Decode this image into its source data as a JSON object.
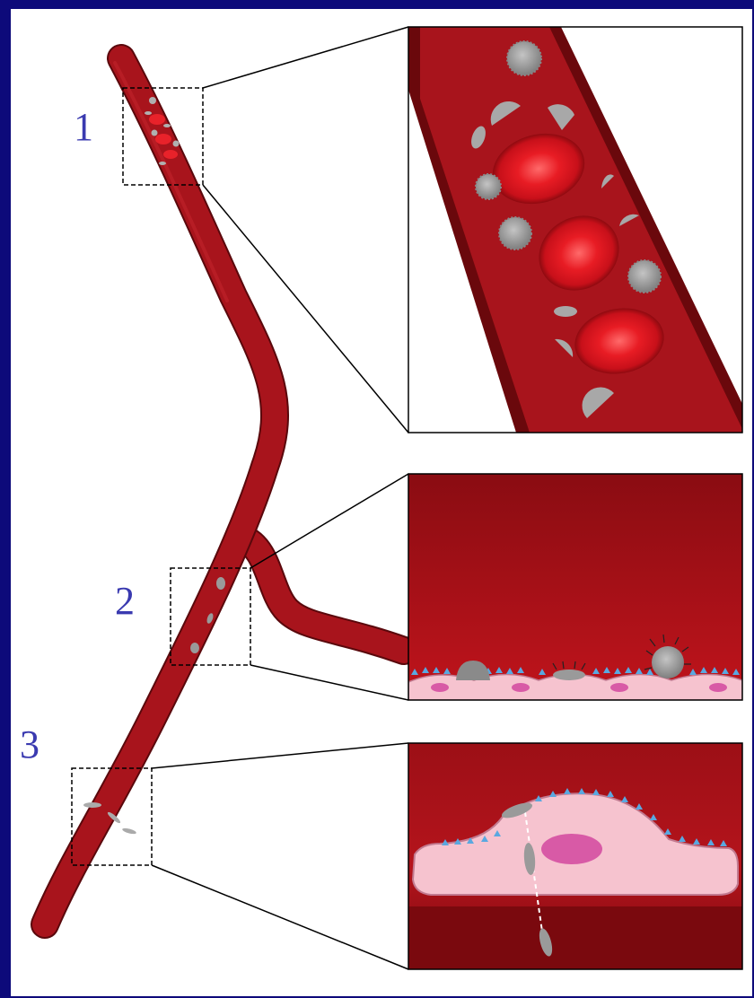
{
  "labels": {
    "one": "1",
    "two": "2",
    "three": "3"
  },
  "colors": {
    "frame": "#0d0a7a",
    "vessel": "#a8141c",
    "vessel_dark": "#6e0a0f",
    "rbc": "#e8222a",
    "platelet": "#9a9a9a",
    "endothelium": "#f6c3cf",
    "nucleus": "#d85aa6",
    "receptor": "#5aa8e0",
    "label": "#3a3ab0"
  }
}
